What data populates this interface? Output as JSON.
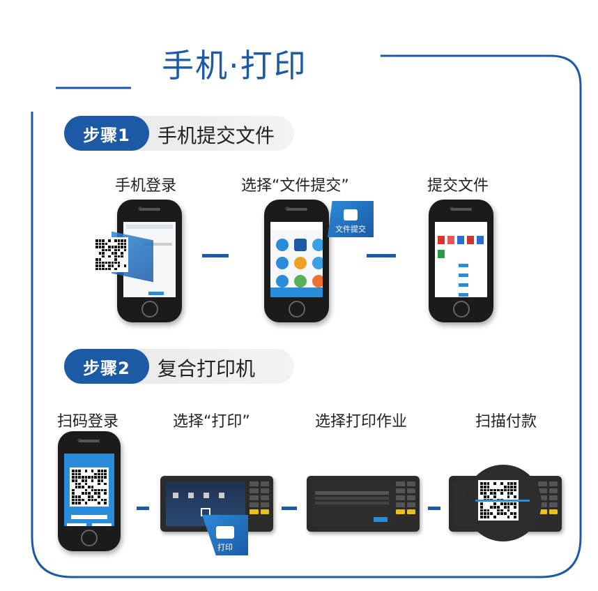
{
  "title": "手机·打印",
  "colors": {
    "accent": "#1d5aa6",
    "bar": "#e8e8e8",
    "callout": "#2a8bd8"
  },
  "step1": {
    "badge": "步骤1",
    "title": "手机提交文件",
    "labels": [
      "手机登录",
      "选择“文件提交”",
      "提交文件"
    ],
    "callout": "文件提交"
  },
  "step2": {
    "badge": "步骤2",
    "title": "复合打印机",
    "labels": [
      "扫码登录",
      "选择“打印”",
      "选择打印作业",
      "扫描付款"
    ],
    "callout": "打印"
  }
}
